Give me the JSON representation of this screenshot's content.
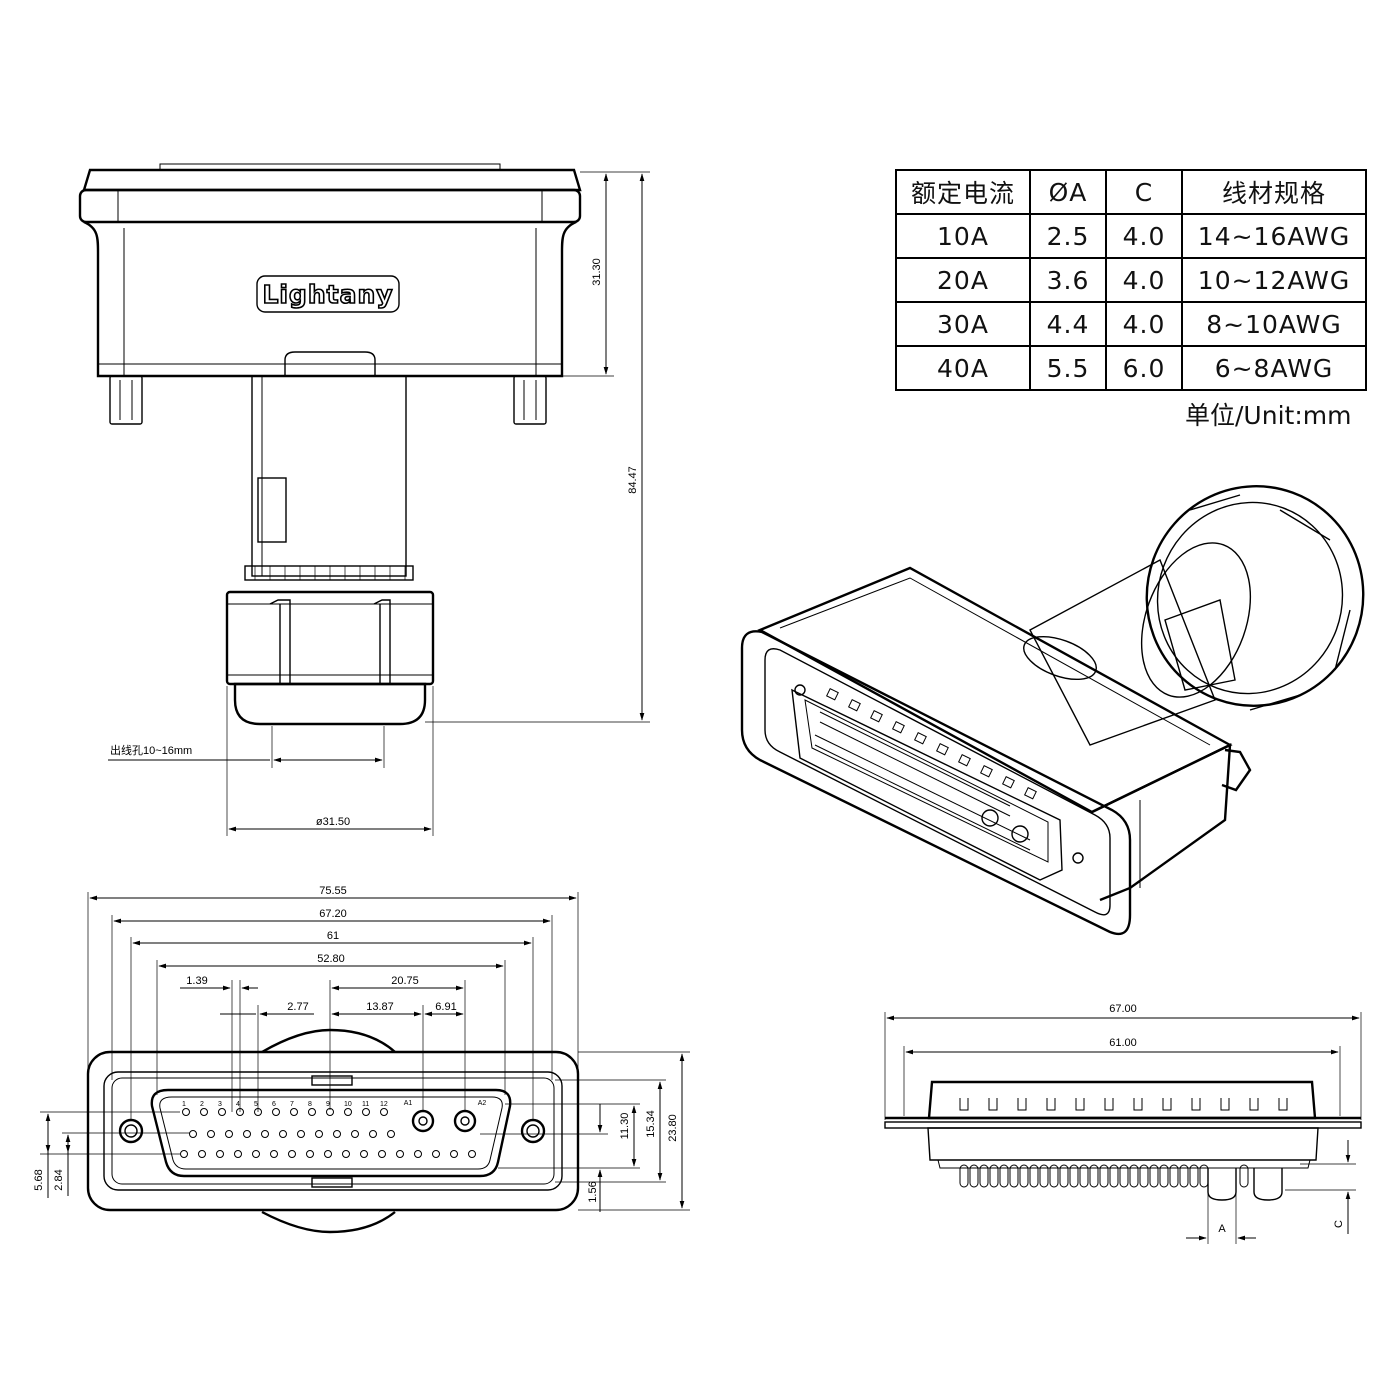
{
  "brand_logo": "Lightany",
  "spec_table": {
    "headers": [
      "额定电流",
      "ØA",
      "C",
      "线材规格"
    ],
    "rows": [
      [
        "10A",
        "2.5",
        "4.0",
        "14~16AWG"
      ],
      [
        "20A",
        "3.6",
        "4.0",
        "10~12AWG"
      ],
      [
        "30A",
        "4.4",
        "4.0",
        "8~10AWG"
      ],
      [
        "40A",
        "5.5",
        "6.0",
        "6~8AWG"
      ]
    ],
    "unit_note": "单位/Unit:mm"
  },
  "side_view": {
    "height_top": "31.30",
    "height_total": "84.47",
    "cable_hole": "出线孔10~16mm",
    "nut_diameter": "ø31.50"
  },
  "front_view": {
    "width_overall": "75.55",
    "width_flange": "67.20",
    "mount_spacing": "61",
    "shell_width": "52.80",
    "pin_pitch_small": "1.39",
    "pin_offset": "2.77",
    "coax_span": "20.75",
    "coax_pos": "13.87",
    "coax_pitch": "6.91",
    "height_inner": "11.30",
    "height_shell": "15.34",
    "height_overall": "23.80",
    "row_offset_a": "5.68",
    "row_offset_b": "2.84",
    "bottom_offset": "1.56",
    "top_pin_labels": [
      "1",
      "2",
      "3",
      "4",
      "5",
      "6",
      "7",
      "8",
      "9",
      "10",
      "11",
      "12"
    ],
    "coax_labels": [
      "A1",
      "A2"
    ]
  },
  "bottom_view": {
    "width_flange": "67.00",
    "width_mount": "61.00",
    "dim_a": "A",
    "dim_c": "C"
  }
}
